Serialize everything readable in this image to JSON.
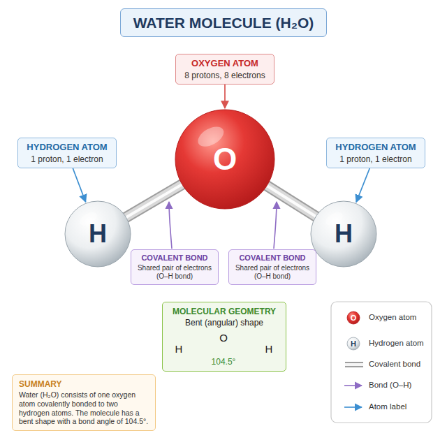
{
  "diagram": {
    "title": "WATER MOLECULE (H₂O)",
    "nodes": [
      {
        "text": [
          "OXYGEN ATOM",
          "8 protons, 8 electrons"
        ]
      },
      {
        "text": [
          "HYDROGEN ATOM",
          "1 proton, 1 electron"
        ]
      },
      {
        "text": [
          "O"
        ]
      },
      {
        "text": [
          "HYDROGEN ATOM",
          "1 proton, 1 electron"
        ]
      },
      {
        "text": [
          "H"
        ]
      },
      {
        "text": [
          "H"
        ]
      },
      {
        "text": [
          "COVALENT BOND",
          "Shared pair of electrons (O–H bond)"
        ]
      },
      {
        "text": [
          "COVALENT BOND",
          "Shared pair of electrons (O–H bond)"
        ]
      },
      {
        "text": [
          "MOLECULAR GEOMETRY",
          "Bent (angular) shape"
        ]
      },
      {
        "text": [
          "SUMMARY",
          "Water (H₂O) consists of one oxygen atom covalently bonded to two hydrogen atoms. The molecule has a bent shape with a bond angle of 104.5°."
        ]
      }
    ],
    "edges": [
      {
        "from": 0,
        "to": 2,
        "arrow": "to"
      },
      {
        "from": 1,
        "to": 4,
        "arrow": "to"
      },
      {
        "from": 3,
        "to": 5,
        "arrow": "to"
      },
      {
        "from": 2,
        "to": 4,
        "arrow": "none"
      },
      {
        "from": 2,
        "to": 5,
        "arrow": "none"
      }
    ],
    "labels": [
      "H",
      "O",
      "H",
      "104.5°",
      "O",
      "H"
    ],
    "legend": [
      {
        "text": "Oxygen atom"
      },
      {
        "text": "Hydrogen atom"
      },
      {
        "text": "Covalent bond"
      },
      {
        "text": "Bond (O–H)"
      },
      {
        "text": "Atom label"
      }
    ]
  }
}
